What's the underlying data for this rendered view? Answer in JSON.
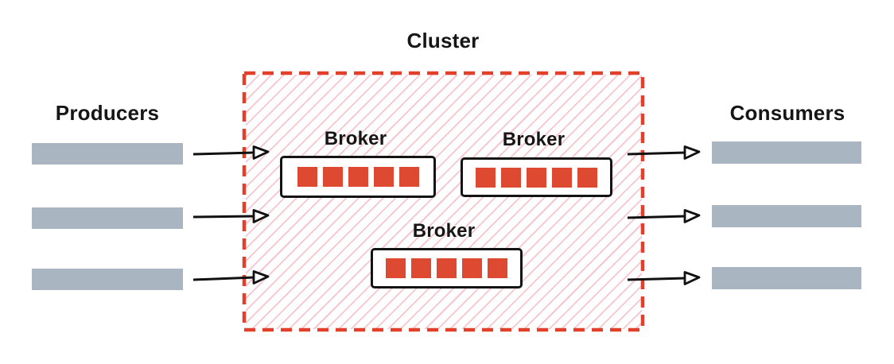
{
  "diagram": {
    "title": "Cluster",
    "producers": {
      "label": "Producers",
      "count": 3
    },
    "consumers": {
      "label": "Consumers",
      "count": 3
    },
    "cluster": {
      "brokers": [
        {
          "label": "Broker",
          "partitions": 5
        },
        {
          "label": "Broker",
          "partitions": 5
        },
        {
          "label": "Broker",
          "partitions": 5
        }
      ]
    },
    "arrows": {
      "producer_to_cluster": 3,
      "cluster_to_consumer": 3
    },
    "colors": {
      "boundary_red": "#e2402b",
      "partition_red": "#de4a31",
      "hatch_pink": "#f6c6ce",
      "bar_gray": "#a9b6c2",
      "text": "#161616",
      "arrow_black": "#111111"
    }
  }
}
